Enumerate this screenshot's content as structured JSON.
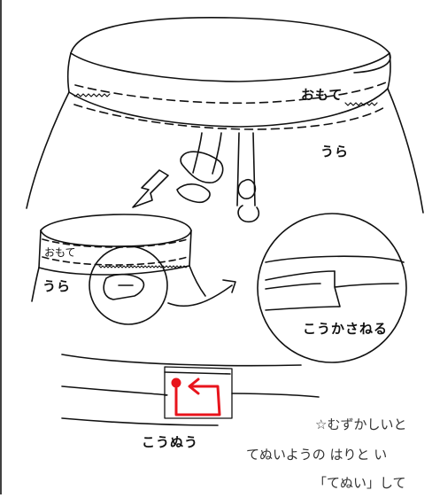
{
  "labels": {
    "omote_top": "おもて",
    "ura_top": "うら",
    "omote_small": "おもて",
    "ura_small": "うら",
    "kousakaneru": "こうかさねる",
    "kounuu": "こうぬう"
  },
  "note": {
    "line1": "☆むずかしいと",
    "line2": "てぬいようの はりと い",
    "line3": "「てぬい」して"
  },
  "colors": {
    "ink": "#111111",
    "stitch_red": "#e8141c",
    "background": "#ffffff"
  }
}
